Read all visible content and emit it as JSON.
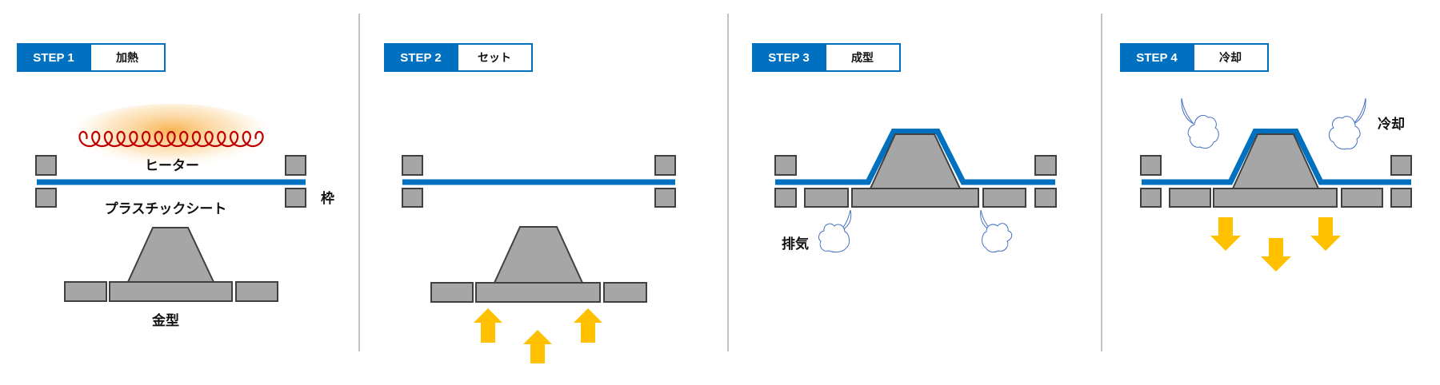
{
  "steps": [
    {
      "step": "STEP 1",
      "title": "加熱"
    },
    {
      "step": "STEP 2",
      "title": "セット"
    },
    {
      "step": "STEP 3",
      "title": "成型"
    },
    {
      "step": "STEP 4",
      "title": "冷却"
    }
  ],
  "labels": {
    "heater": "ヒーター",
    "sheet": "プラスチックシート",
    "frame": "枠",
    "mold": "金型",
    "exhaust": "排気",
    "cooling": "冷却"
  },
  "colors": {
    "brand_blue": "#0070c0",
    "mold_gray": "#a6a6a6",
    "arrow_yellow": "#ffc000",
    "heater_red": "#c00000",
    "cloud_blue": "#4472c4"
  }
}
